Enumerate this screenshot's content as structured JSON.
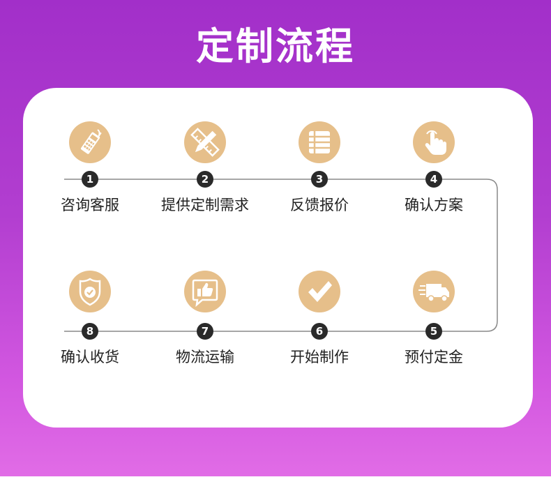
{
  "title": "定制流程",
  "steps": [
    {
      "num": "1",
      "label": "咨询客服",
      "icon": "phone-icon"
    },
    {
      "num": "2",
      "label": "提供定制需求",
      "icon": "pencil-ruler-icon"
    },
    {
      "num": "3",
      "label": "反馈报价",
      "icon": "list-icon"
    },
    {
      "num": "4",
      "label": "确认方案",
      "icon": "hand-pointer-icon"
    },
    {
      "num": "5",
      "label": "预付定金",
      "icon": "truck-icon"
    },
    {
      "num": "6",
      "label": "开始制作",
      "icon": "checkmark-icon"
    },
    {
      "num": "7",
      "label": "物流运输",
      "icon": "thumbs-up-icon"
    },
    {
      "num": "8",
      "label": "确认收货",
      "icon": "shield-check-icon"
    }
  ],
  "colors": {
    "icon_bg": "#e6bf8a",
    "number_bg": "#2a2a2a",
    "line": "#888888"
  }
}
